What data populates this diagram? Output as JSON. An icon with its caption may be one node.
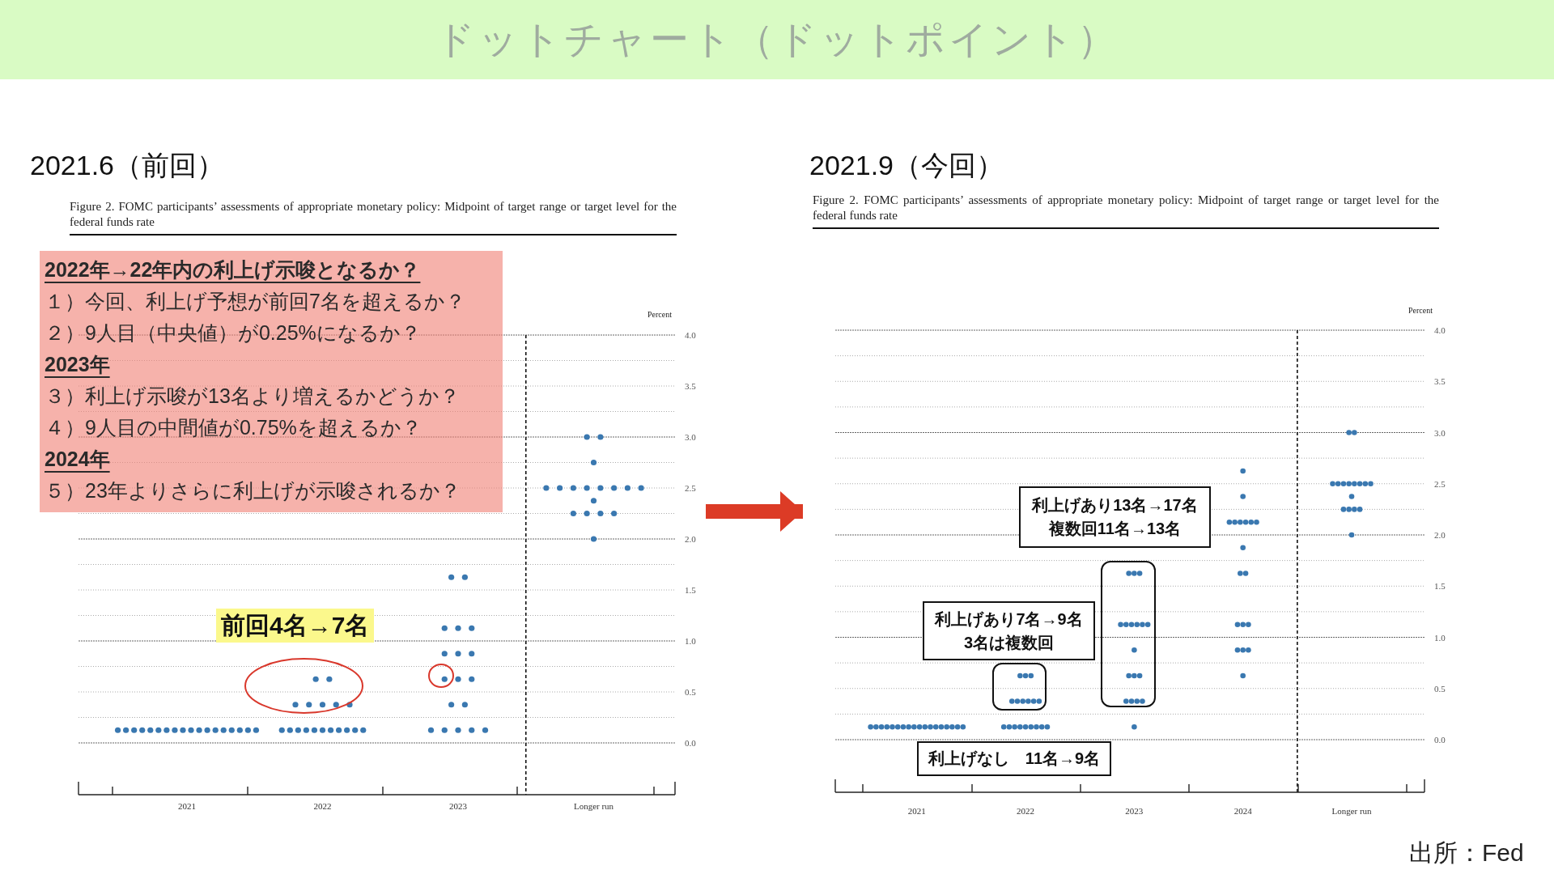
{
  "diagram": {
    "title": "ドットチャート（ドットポイント）",
    "nodes": [
      {
        "text": [
          "2021.6（前回）"
        ]
      },
      {
        "text": [
          "2021.9（今回）"
        ]
      },
      {
        "text": [
          "2022年→22年内の利上げ示唆となるか？",
          "１）今回、利上げ予想が前回7名を超えるか？",
          "２）9人目（中央値）が0.25%になるか？",
          "2023年",
          "３）利上げ示唆が13名より増えるかどうか？",
          "４）9人目の中間値が0.75%を超えるか？",
          "2024年",
          "５）23年よりさらに利上げが示唆されるか？"
        ],
        "in": 0
      },
      {
        "text": [
          "前回4名→7名"
        ],
        "in": 0
      },
      {
        "text": [],
        "shape": "ellipse",
        "in": 0
      },
      {
        "text": [],
        "shape": "circle",
        "in": 0
      },
      {
        "text": [
          "利上げあり13名→17名複数回11名→13名"
        ],
        "in": 1
      },
      {
        "text": [],
        "shape": "box",
        "in": 1
      },
      {
        "text": [
          "利上げあり7名→9名3名は複数回"
        ],
        "in": 1
      },
      {
        "text": [],
        "shape": "box",
        "in": 1
      },
      {
        "text": [
          "利上げなし　11名→9名"
        ],
        "in": 1
      }
    ],
    "edges": [
      {
        "from": 0,
        "to": 1,
        "arrow": "to"
      }
    ],
    "labels": [
      "出所：Fed"
    ],
    "chart_data": [
      {
        "type": "scatter",
        "title": "Figure 2. FOMC participants’ assessments of appropriate monetary policy: Midpoint of target range or target level for the federal funds rate",
        "ylabel": "Percent",
        "xlim": [
          2020.2,
          2024.6
        ],
        "ylim": [
          0,
          4
        ],
        "grid": true,
        "xticks": [
          {
            "value": 2021,
            "label": "2021"
          },
          {
            "value": 2022,
            "label": "2022"
          },
          {
            "value": 2023,
            "label": "2023"
          },
          {
            "value": 2024,
            "label": "Longer run"
          }
        ],
        "yticks": [
          {
            "value": 0,
            "label": "0.0"
          },
          {
            "value": 0.5,
            "label": "0.5"
          },
          {
            "value": 1,
            "label": "1.0"
          },
          {
            "value": 1.5,
            "label": "1.5"
          },
          {
            "value": 2,
            "label": "2.0"
          },
          {
            "value": 2.5,
            "label": "2.5"
          },
          {
            "value": 3,
            "label": "3.0"
          },
          {
            "value": 3.5,
            "label": "3.5"
          },
          {
            "value": 4,
            "label": "4.0"
          }
        ],
        "ref_lines": [
          {
            "axis": "x",
            "value": 2023.5
          }
        ],
        "series": [
          {
            "color": "#3a78b0",
            "x": [
              2020.49,
              2020.55,
              2020.61,
              2020.67,
              2020.73,
              2020.79,
              2020.85,
              2020.91,
              2020.97,
              2021.03,
              2021.09,
              2021.15,
              2021.21,
              2021.27,
              2021.33,
              2021.39,
              2021.45,
              2021.51,
              2021.7,
              2021.76,
              2021.82,
              2021.88,
              2021.94,
              2022.0,
              2022.06,
              2022.12,
              2022.18,
              2022.24,
              2022.3,
              2021.8,
              2021.9,
              2022.0,
              2022.1,
              2022.2,
              2021.95,
              2022.05,
              2022.8,
              2022.9,
              2023.0,
              2023.1,
              2023.2,
              2022.95,
              2023.05,
              2022.9,
              2023.0,
              2023.1,
              2022.9,
              2023.0,
              2023.1,
              2022.9,
              2023.0,
              2023.1,
              2022.95,
              2023.05,
              2024.0,
              2023.85,
              2023.95,
              2024.05,
              2024.15,
              2024.0,
              2023.65,
              2023.75,
              2023.85,
              2023.95,
              2024.05,
              2024.15,
              2024.25,
              2024.35,
              2024.0,
              2023.95,
              2024.05
            ],
            "values": [
              0.125,
              0.125,
              0.125,
              0.125,
              0.125,
              0.125,
              0.125,
              0.125,
              0.125,
              0.125,
              0.125,
              0.125,
              0.125,
              0.125,
              0.125,
              0.125,
              0.125,
              0.125,
              0.125,
              0.125,
              0.125,
              0.125,
              0.125,
              0.125,
              0.125,
              0.125,
              0.125,
              0.125,
              0.125,
              0.375,
              0.375,
              0.375,
              0.375,
              0.375,
              0.625,
              0.625,
              0.125,
              0.125,
              0.125,
              0.125,
              0.125,
              0.375,
              0.375,
              0.625,
              0.625,
              0.625,
              0.875,
              0.875,
              0.875,
              1.125,
              1.125,
              1.125,
              1.625,
              1.625,
              2.0,
              2.25,
              2.25,
              2.25,
              2.25,
              2.375,
              2.5,
              2.5,
              2.5,
              2.5,
              2.5,
              2.5,
              2.5,
              2.5,
              2.75,
              3.0,
              3.0
            ]
          }
        ]
      },
      {
        "type": "scatter",
        "title": "Figure 2. FOMC participants’ assessments of appropriate monetary policy: Midpoint of target range or target level for the federal funds rate",
        "ylabel": "Percent",
        "xlim": [
          2020.25,
          2025.67
        ],
        "ylim": [
          0,
          4
        ],
        "grid": true,
        "xticks": [
          {
            "value": 2021,
            "label": "2021"
          },
          {
            "value": 2022,
            "label": "2022"
          },
          {
            "value": 2023,
            "label": "2023"
          },
          {
            "value": 2024,
            "label": "2024"
          },
          {
            "value": 2025,
            "label": "Longer run"
          }
        ],
        "yticks": [
          {
            "value": 0,
            "label": "0.0"
          },
          {
            "value": 0.5,
            "label": "0.5"
          },
          {
            "value": 1,
            "label": "1.0"
          },
          {
            "value": 1.5,
            "label": "1.5"
          },
          {
            "value": 2,
            "label": "2.0"
          },
          {
            "value": 2.5,
            "label": "2.5"
          },
          {
            "value": 3,
            "label": "3.0"
          },
          {
            "value": 3.5,
            "label": "3.5"
          },
          {
            "value": 4,
            "label": "4.0"
          }
        ],
        "ref_lines": [
          {
            "axis": "x",
            "value": 2024.5
          }
        ],
        "series": [
          {
            "color": "#3a78b0",
            "x": [
              2020.575,
              2020.625,
              2020.675,
              2020.725,
              2020.775,
              2020.825,
              2020.875,
              2020.925,
              2020.975,
              2021.025,
              2021.075,
              2021.125,
              2021.175,
              2021.225,
              2021.275,
              2021.325,
              2021.375,
              2021.425,
              2021.8,
              2021.85,
              2021.9,
              2021.95,
              2022.0,
              2022.05,
              2022.1,
              2022.15,
              2022.2,
              2021.875,
              2021.925,
              2021.975,
              2022.025,
              2022.075,
              2022.125,
              2021.95,
              2022.0,
              2022.05,
              2023.0,
              2022.925,
              2022.975,
              2023.025,
              2023.075,
              2022.95,
              2023.0,
              2023.05,
              2023.0,
              2022.875,
              2022.925,
              2022.975,
              2023.025,
              2023.075,
              2023.125,
              2022.95,
              2023.0,
              2023.05,
              2024.0,
              2023.95,
              2024.0,
              2024.05,
              2023.95,
              2024.0,
              2024.05,
              2023.975,
              2024.025,
              2024.0,
              2023.875,
              2023.925,
              2023.975,
              2024.025,
              2024.075,
              2024.125,
              2024.0,
              2024.0,
              2025.0,
              2024.925,
              2024.975,
              2025.025,
              2025.075,
              2025.0,
              2024.825,
              2024.875,
              2024.925,
              2024.975,
              2025.025,
              2025.075,
              2025.125,
              2025.175,
              2024.975,
              2025.025
            ],
            "values": [
              0.125,
              0.125,
              0.125,
              0.125,
              0.125,
              0.125,
              0.125,
              0.125,
              0.125,
              0.125,
              0.125,
              0.125,
              0.125,
              0.125,
              0.125,
              0.125,
              0.125,
              0.125,
              0.125,
              0.125,
              0.125,
              0.125,
              0.125,
              0.125,
              0.125,
              0.125,
              0.125,
              0.375,
              0.375,
              0.375,
              0.375,
              0.375,
              0.375,
              0.625,
              0.625,
              0.625,
              0.125,
              0.375,
              0.375,
              0.375,
              0.375,
              0.625,
              0.625,
              0.625,
              0.875,
              1.125,
              1.125,
              1.125,
              1.125,
              1.125,
              1.125,
              1.625,
              1.625,
              1.625,
              0.625,
              0.875,
              0.875,
              0.875,
              1.125,
              1.125,
              1.125,
              1.625,
              1.625,
              1.875,
              2.125,
              2.125,
              2.125,
              2.125,
              2.125,
              2.125,
              2.375,
              2.625,
              2.0,
              2.25,
              2.25,
              2.25,
              2.25,
              2.375,
              2.5,
              2.5,
              2.5,
              2.5,
              2.5,
              2.5,
              2.5,
              2.5,
              3.0,
              3.0
            ]
          }
        ]
      }
    ]
  }
}
